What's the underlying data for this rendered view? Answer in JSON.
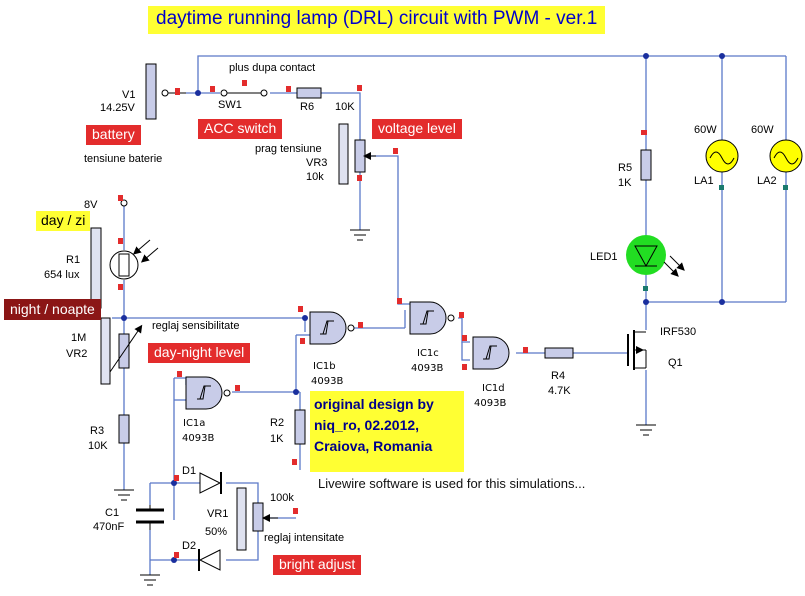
{
  "title": "daytime running lamp (DRL) circuit with PWM - ver.1",
  "tags": {
    "battery": "battery",
    "acc_switch": "ACC switch",
    "voltage_level": "voltage level",
    "day": "day / zi",
    "night": "night / noapte",
    "day_night_level": "day-night level",
    "bright_adjust": "bright adjust"
  },
  "credit": [
    "original design by",
    "niq_ro, 02.2012,",
    "Craiova, Romania"
  ],
  "note": "Livewire software is used for this simulations...",
  "labels": {
    "plus_dupa_contact": "plus dupa contact",
    "v1": "V1",
    "v1_value": "14.25V",
    "tensiune_baterie": "tensiune baterie",
    "sw1": "SW1",
    "r6": "R6",
    "r6_value": "10K",
    "prag_tensiune": "prag tensiune",
    "vr3": "VR3",
    "vr3_value": "10k",
    "supply_8v": "8V",
    "r1": "R1",
    "r1_value": "654 lux",
    "reglaj_sensibilitate": "reglaj sensibilitate",
    "vr2_value": "1M",
    "vr2": "VR2",
    "r3": "R3",
    "r3_value": "10K",
    "c1": "C1",
    "c1_value": "470nF",
    "ic1a": "IC1a",
    "ic1a_part": "4093B",
    "ic1b": "IC1b",
    "ic1b_part": "4093B",
    "ic1c": "IC1c",
    "ic1c_part": "4093B",
    "ic1d": "IC1d",
    "ic1d_part": "4093B",
    "r2": "R2",
    "r2_value": "1K",
    "vr1_value": "100k",
    "d1": "D1",
    "d2": "D2",
    "vr1": "VR1",
    "vr1_pct": "50%",
    "reglaj_intensitate": "reglaj intensitate",
    "r4": "R4",
    "r4_value": "4.7K",
    "r5": "R5",
    "r5_value": "1K",
    "led1": "LED1",
    "q1_part": "IRF530",
    "q1": "Q1",
    "la1_power": "60W",
    "la1": "LA1",
    "la2_power": "60W",
    "la2": "LA2"
  },
  "colors": {
    "title_bg": "#ffff33",
    "title_text": "#0000cc",
    "tag_red": "#e32c2c",
    "tag_darkred": "#8b1616",
    "wire": "#5a78c8",
    "lamp": "#ffff00",
    "led": "#22dd22"
  }
}
